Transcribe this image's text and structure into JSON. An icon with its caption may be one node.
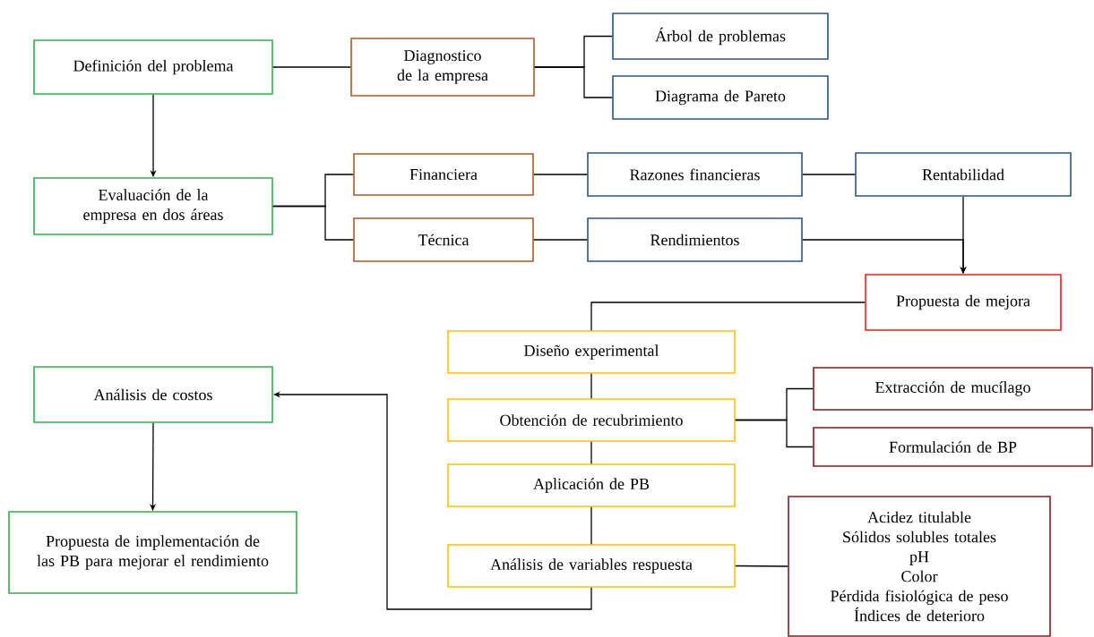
{
  "diagram": {
    "nodes": [
      {
        "text": [
          "Definición del problema"
        ]
      },
      {
        "text": [
          "Diagnostico de la empresa"
        ]
      },
      {
        "text": [
          "Árbol de problemas"
        ]
      },
      {
        "text": [
          "Diagrama de Pareto"
        ]
      },
      {
        "text": [
          "Evaluación de la empresa en dos áreas"
        ]
      },
      {
        "text": [
          "Financiera"
        ]
      },
      {
        "text": [
          "Técnica"
        ]
      },
      {
        "text": [
          "Razones financieras"
        ]
      },
      {
        "text": [
          "Rentabilidad"
        ]
      },
      {
        "text": [
          "Rendimientos"
        ]
      },
      {
        "text": [
          "Propuesta de mejora"
        ]
      },
      {
        "text": [
          "Diseño experimental"
        ]
      },
      {
        "text": [
          "Obtención de recubrimiento"
        ]
      },
      {
        "text": [
          "Extracción de mucílago"
        ]
      },
      {
        "text": [
          "Formulación de BP"
        ]
      },
      {
        "text": [
          "Aplicación de PB"
        ]
      },
      {
        "text": [
          "Análisis de variables respuesta"
        ]
      },
      {
        "text": [
          "Acidez titulable",
          "Sólidos solubles totales",
          "pH",
          "Color",
          "Pérdida fisiológica de peso",
          "Índices de deterioro"
        ]
      },
      {
        "text": [
          "Análisis de costos"
        ]
      },
      {
        "text": [
          "Propuesta de implementación de las PB para mejorar el rendimiento"
        ]
      }
    ],
    "edges": [
      {
        "from": 0,
        "to": 1,
        "arrow": "none"
      },
      {
        "from": 1,
        "to": 2,
        "arrow": "none"
      },
      {
        "from": 1,
        "to": 3,
        "arrow": "none"
      },
      {
        "from": 0,
        "to": 4,
        "arrow": "to"
      },
      {
        "from": 4,
        "to": 5,
        "arrow": "none"
      },
      {
        "from": 4,
        "to": 6,
        "arrow": "none"
      },
      {
        "from": 5,
        "to": 7,
        "arrow": "none"
      },
      {
        "from": 7,
        "to": 8,
        "arrow": "none"
      },
      {
        "from": 6,
        "to": 9,
        "arrow": "none"
      },
      {
        "from": 8,
        "to": 10,
        "arrow": "to"
      },
      {
        "from": 9,
        "to": 10,
        "arrow": "to"
      },
      {
        "from": 10,
        "to": 11,
        "arrow": "none"
      },
      {
        "from": 11,
        "to": 12,
        "arrow": "none"
      },
      {
        "from": 12,
        "to": 15,
        "arrow": "none"
      },
      {
        "from": 15,
        "to": 16,
        "arrow": "none"
      },
      {
        "from": 12,
        "to": 13,
        "arrow": "none"
      },
      {
        "from": 12,
        "to": 14,
        "arrow": "none"
      },
      {
        "from": 16,
        "to": 17,
        "arrow": "none"
      },
      {
        "from": 16,
        "to": 18,
        "arrow": "to"
      },
      {
        "from": 18,
        "to": 19,
        "arrow": "to"
      }
    ]
  }
}
